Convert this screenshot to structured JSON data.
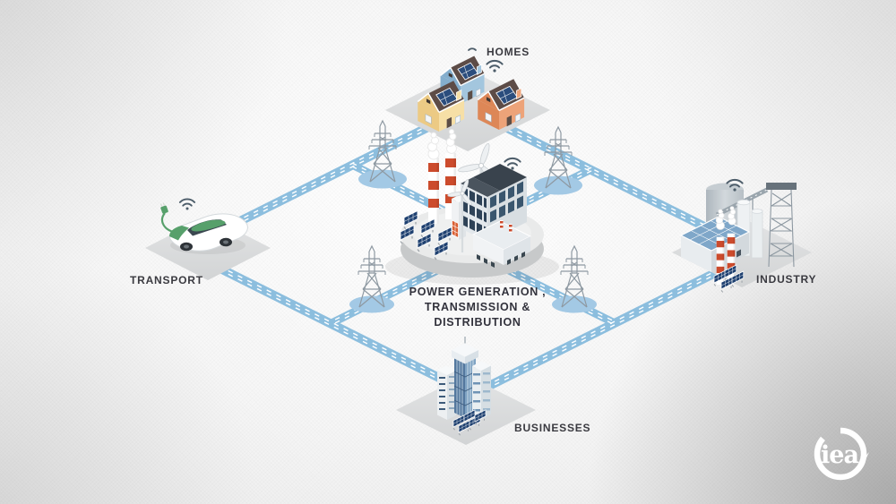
{
  "diagram": {
    "title_context": "electricity system diagram",
    "labels": {
      "homes": "HOMES",
      "transport": "TRANSPORT",
      "industry": "INDUSTRY",
      "businesses": "BUSINESSES",
      "center_line1": "POWER GENERATION ,",
      "center_line2": "TRANSMISSION &",
      "center_line3": "DISTRIBUTION"
    },
    "nodes": [
      {
        "id": "power",
        "label": "POWER GENERATION , TRANSMISSION & DISTRIBUTION",
        "position": "center"
      },
      {
        "id": "homes",
        "label": "HOMES",
        "position": "top"
      },
      {
        "id": "industry",
        "label": "INDUSTRY",
        "position": "right"
      },
      {
        "id": "businesses",
        "label": "BUSINESSES",
        "position": "bottom"
      },
      {
        "id": "transport",
        "label": "TRANSPORT",
        "position": "left"
      }
    ],
    "connections": [
      [
        "power",
        "homes"
      ],
      [
        "power",
        "industry"
      ],
      [
        "power",
        "businesses"
      ],
      [
        "power",
        "transport"
      ],
      [
        "homes",
        "transport"
      ],
      [
        "homes",
        "industry"
      ],
      [
        "transport",
        "businesses"
      ],
      [
        "industry",
        "businesses"
      ]
    ],
    "icons": {
      "wifi": "wifi-icon",
      "tower": "transmission-tower-icon",
      "logo": "iea-logo"
    },
    "logo": {
      "text": "iea"
    },
    "colors": {
      "road_blue": "#8CBEDE",
      "road_node_blue": "#A3C9E5",
      "platform_gray": "#DBDDDE",
      "label_text": "#3A3A40",
      "chimney_red": "#CC4B2C",
      "building_dark": "#3E4A56",
      "solar_blue": "#1E4070",
      "car_green": "#57A06B",
      "house_blue": "#84AECD",
      "house_yellow": "#ECCA84",
      "house_orange": "#DD8757",
      "pylon_gray": "#8E99A2",
      "wifi_gray": "#4C5C69",
      "logo_white": "#FFFFFF"
    }
  }
}
